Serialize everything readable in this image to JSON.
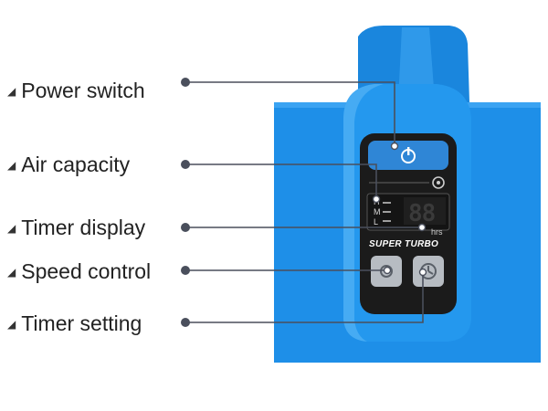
{
  "labels": [
    {
      "key": "power",
      "text": "Power switch"
    },
    {
      "key": "air",
      "text": "Air capacity"
    },
    {
      "key": "timer_display",
      "text": "Timer display"
    },
    {
      "key": "speed",
      "text": "Speed control"
    },
    {
      "key": "timer_setting",
      "text": "Timer setting"
    }
  ],
  "panel": {
    "brand": "SUPER TURBO",
    "hrs_unit": "hrs",
    "display_digits": "88",
    "speed_levels": [
      "H",
      "M",
      "L"
    ]
  },
  "colors": {
    "body_blue": "#1e8fe8",
    "panel_black": "#1b1b1b",
    "power_button": "#2f86d6",
    "leader_line": "#4a4f5c"
  }
}
